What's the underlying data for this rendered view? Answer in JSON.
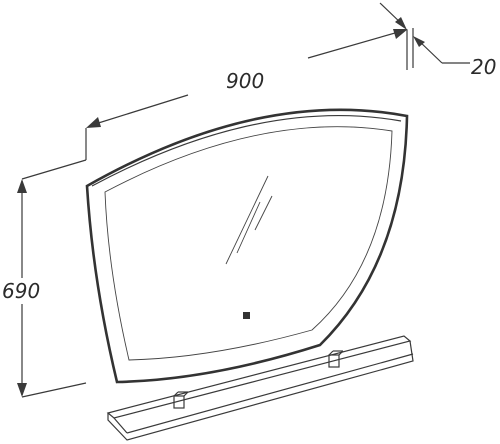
{
  "dimensions": {
    "width": "900",
    "height": "690",
    "depth": "20"
  },
  "colors": {
    "stroke": "#3a3a3a",
    "background": "#ffffff"
  },
  "icons": {
    "touch_sensor": "touch-sensor-icon",
    "glare": "glare-lines-icon"
  }
}
